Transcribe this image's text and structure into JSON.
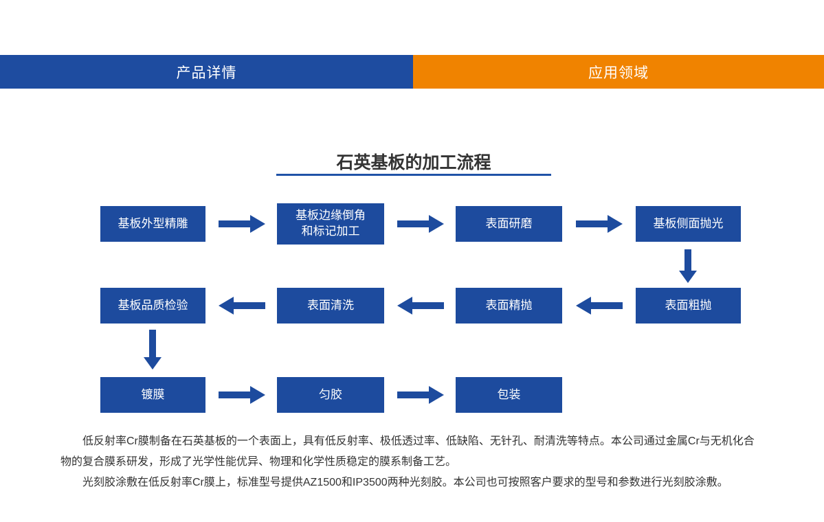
{
  "tabs": {
    "product_details": "产品详情",
    "application_areas": "应用领域"
  },
  "flow": {
    "title": "石英基板的加工流程",
    "rows": [
      {
        "direction": "right",
        "boxes": [
          "基板外型精雕",
          "基板边缘倒角\n和标记加工",
          "表面研磨",
          "基板侧面抛光"
        ]
      },
      {
        "direction": "left",
        "boxes": [
          "基板品质检验",
          "表面清洗",
          "表面精抛",
          "表面粗抛"
        ]
      },
      {
        "direction": "right",
        "boxes": [
          "镀膜",
          "匀胶",
          "包装"
        ]
      }
    ]
  },
  "description": {
    "p1": "低反射率Cr膜制备在石英基板的一个表面上，具有低反射率、极低透过率、低缺陷、无针孔、耐清洗等特点。本公司通过金属Cr与无机化合物的复合膜系研发，形成了光学性能优异、物理和化学性质稳定的膜系制备工艺。",
    "p2": "光刻胶涂敷在低反射率Cr膜上，标准型号提供AZ1500和IP3500两种光刻胶。本公司也可按照客户要求的型号和参数进行光刻胶涂敷。"
  },
  "colors": {
    "brand_blue": "#1e4ca0",
    "box_blue": "#1d4b9e",
    "accent_orange": "#f08300",
    "text_dark": "#333333"
  }
}
